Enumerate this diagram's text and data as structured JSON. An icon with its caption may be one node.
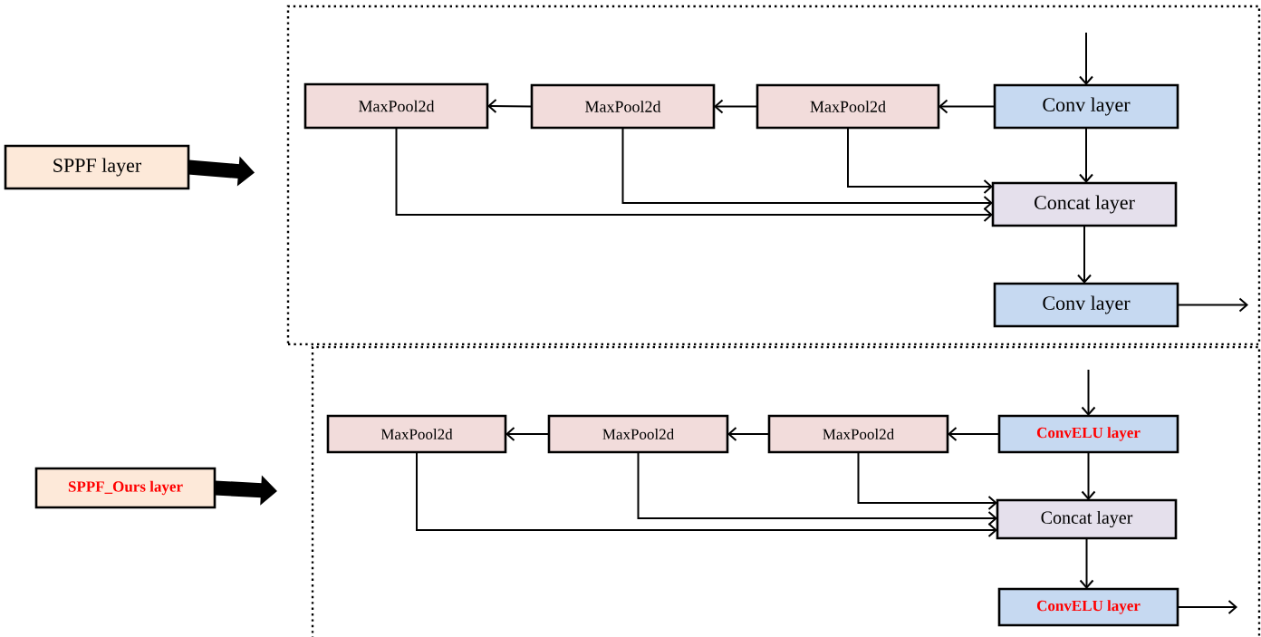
{
  "diagram": {
    "nodes": [
      {
        "text": [
          "SPPF layer"
        ]
      },
      {
        "text": [],
        "shape": "box"
      },
      {
        "text": [
          "MaxPool2d"
        ],
        "in": 1
      },
      {
        "text": [
          "MaxPool2d"
        ],
        "in": 1
      },
      {
        "text": [
          "MaxPool2d"
        ],
        "in": 1
      },
      {
        "text": [
          "Conv layer"
        ],
        "in": 1
      },
      {
        "text": [
          "Concat layer"
        ],
        "in": 1
      },
      {
        "text": [
          "Conv layer"
        ],
        "in": 1
      },
      {
        "text": [
          "SPPF_Ours layer"
        ]
      },
      {
        "text": [],
        "shape": "box"
      },
      {
        "text": [
          "MaxPool2d"
        ],
        "in": 9
      },
      {
        "text": [
          "MaxPool2d"
        ],
        "in": 9
      },
      {
        "text": [
          "MaxPool2d"
        ],
        "in": 9
      },
      {
        "text": [
          "ConvELU layer"
        ],
        "in": 9
      },
      {
        "text": [
          "Concat layer"
        ],
        "in": 9
      },
      {
        "text": [
          "ConvELU layer"
        ],
        "in": 9
      }
    ],
    "edges": [
      {
        "from": 0,
        "to": 1,
        "arrow": "to",
        "style": "thick"
      },
      {
        "from": null,
        "to": 5,
        "arrow": "to"
      },
      {
        "from": 5,
        "to": 4,
        "arrow": "to"
      },
      {
        "from": 4,
        "to": 3,
        "arrow": "to"
      },
      {
        "from": 3,
        "to": 2,
        "arrow": "to"
      },
      {
        "from": 5,
        "to": 6,
        "arrow": "to"
      },
      {
        "from": 4,
        "to": 6,
        "arrow": "to"
      },
      {
        "from": 3,
        "to": 6,
        "arrow": "to"
      },
      {
        "from": 2,
        "to": 6,
        "arrow": "to"
      },
      {
        "from": 6,
        "to": 7,
        "arrow": "to"
      },
      {
        "from": 7,
        "to": null,
        "arrow": "to"
      },
      {
        "from": 8,
        "to": 9,
        "arrow": "to",
        "style": "thick"
      },
      {
        "from": null,
        "to": 13,
        "arrow": "to"
      },
      {
        "from": 13,
        "to": 12,
        "arrow": "to"
      },
      {
        "from": 12,
        "to": 11,
        "arrow": "to"
      },
      {
        "from": 11,
        "to": 10,
        "arrow": "to"
      },
      {
        "from": 13,
        "to": 14,
        "arrow": "to"
      },
      {
        "from": 12,
        "to": 14,
        "arrow": "to"
      },
      {
        "from": 11,
        "to": 14,
        "arrow": "to"
      },
      {
        "from": 10,
        "to": 14,
        "arrow": "to"
      },
      {
        "from": 14,
        "to": 15,
        "arrow": "to"
      },
      {
        "from": 15,
        "to": null,
        "arrow": "to"
      }
    ]
  }
}
